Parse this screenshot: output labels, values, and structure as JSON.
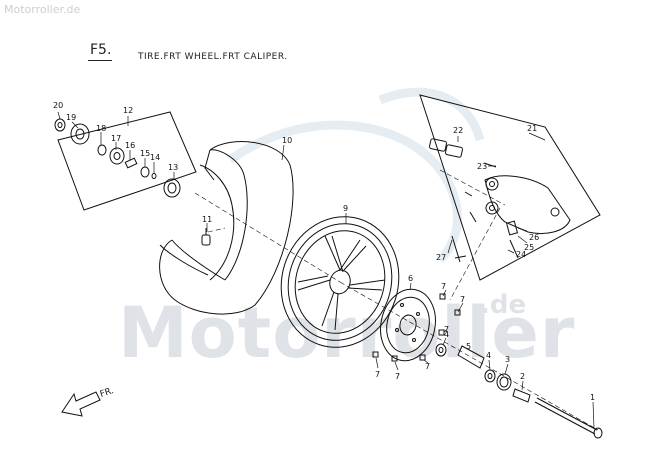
{
  "watermark": {
    "site": "Motorroller.de",
    "big": "Motorroller",
    "suffix": ".de"
  },
  "figure": {
    "code": "F5.",
    "title": "TIRE.FRT WHEEL.FRT CALIPER."
  },
  "direction": {
    "label": "FR."
  },
  "callouts": [
    {
      "id": "c20",
      "label": "20"
    },
    {
      "id": "c19",
      "label": "19"
    },
    {
      "id": "c12",
      "label": "12"
    },
    {
      "id": "c18",
      "label": "18"
    },
    {
      "id": "c17",
      "label": "17"
    },
    {
      "id": "c16",
      "label": "16"
    },
    {
      "id": "c15",
      "label": "15"
    },
    {
      "id": "c14",
      "label": "14"
    },
    {
      "id": "c13",
      "label": "13"
    },
    {
      "id": "c10",
      "label": "10"
    },
    {
      "id": "c11",
      "label": "11"
    },
    {
      "id": "c9",
      "label": "9"
    },
    {
      "id": "c21",
      "label": "21"
    },
    {
      "id": "c22",
      "label": "22"
    },
    {
      "id": "c23",
      "label": "23"
    },
    {
      "id": "c26",
      "label": "26"
    },
    {
      "id": "c25",
      "label": "25"
    },
    {
      "id": "c24",
      "label": "24"
    },
    {
      "id": "c27",
      "label": "27"
    },
    {
      "id": "c6",
      "label": "6"
    },
    {
      "id": "c7a",
      "label": "7"
    },
    {
      "id": "c7b",
      "label": "7"
    },
    {
      "id": "c7c",
      "label": "7"
    },
    {
      "id": "c7d",
      "label": "7"
    },
    {
      "id": "c7e",
      "label": "7"
    },
    {
      "id": "c7f",
      "label": "7"
    },
    {
      "id": "c4a",
      "label": "4"
    },
    {
      "id": "c5",
      "label": "5"
    },
    {
      "id": "c4b",
      "label": "4"
    },
    {
      "id": "c3",
      "label": "3"
    },
    {
      "id": "c2",
      "label": "2"
    },
    {
      "id": "c1",
      "label": "1"
    }
  ],
  "colors": {
    "ink": "#111111",
    "watermark": "#dfe3e8"
  }
}
